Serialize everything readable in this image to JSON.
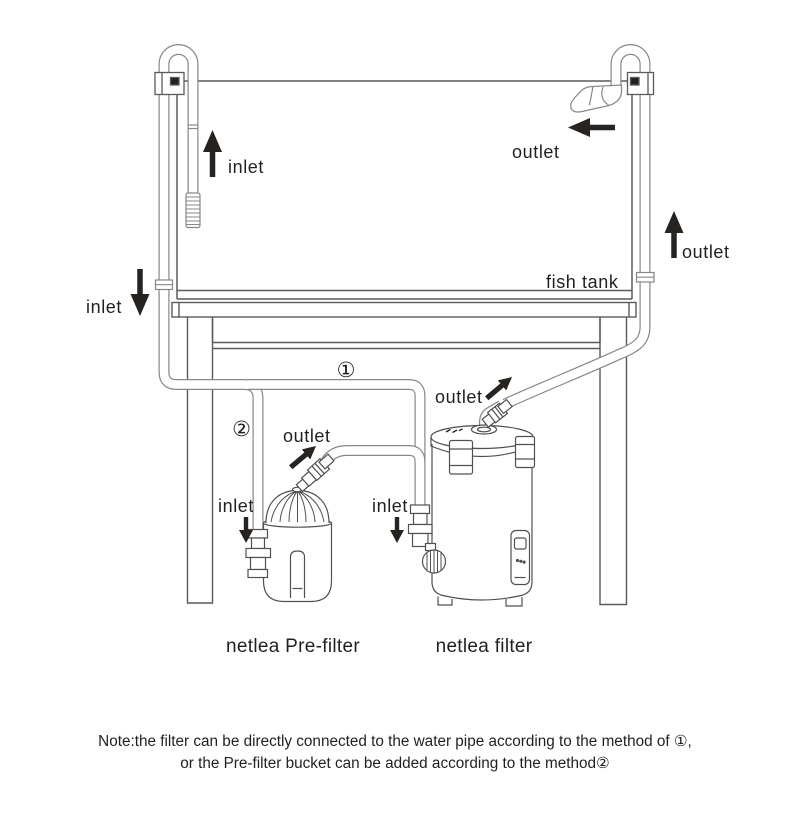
{
  "colors": {
    "background": "#ffffff",
    "ink": "#231f20",
    "pipe_line": "#85878a",
    "structure_line": "#595a5c",
    "equipment_line": "#4f5052"
  },
  "diagram": {
    "tank_label": "fish tank",
    "inlet_inside_label": "inlet",
    "inlet_outside_label": "inlet",
    "outlet_inside_label": "outlet",
    "outlet_outside_label": "outlet",
    "prefilter_outlet_label": "outlet",
    "prefilter_inlet_label": "inlet",
    "filter_outlet_label": "outlet",
    "filter_inlet_label": "inlet",
    "method1_marker": "①",
    "method2_marker": "②",
    "prefilter_caption": "netlea Pre-filter",
    "filter_caption": "netlea filter"
  },
  "note": {
    "line1": "Note:the filter can be directly connected to the water pipe according to the method of ①,",
    "line2": "or the Pre-filter bucket can be added according to the method②"
  }
}
